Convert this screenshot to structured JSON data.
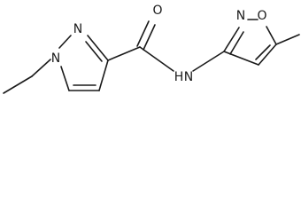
{
  "molecule": {
    "atoms": {
      "n_pyrazole_1": "N",
      "n_pyrazole_2": "N",
      "o_carbonyl": "O",
      "n_amide": "N",
      "h_amide": "H",
      "n_isoxazole": "N",
      "o_isoxazole": "O"
    }
  },
  "colors": {
    "ink": "#1a1a1a",
    "background": "#ffffff"
  }
}
